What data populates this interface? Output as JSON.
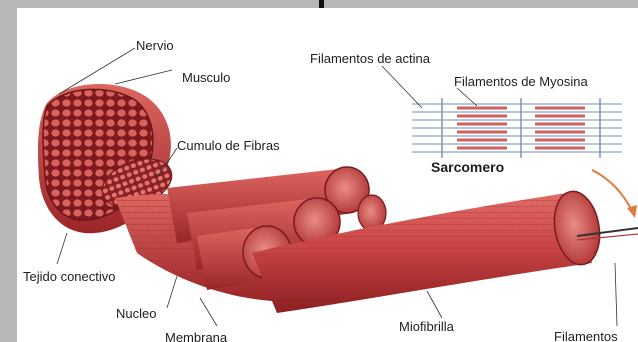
{
  "labels": {
    "nervio": "Nervio",
    "musculo": "Musculo",
    "cumulo": "Cumulo de Fibras",
    "tejido": "Tejido conectivo",
    "nucleo": "Nucleo",
    "membrana": "Membrana",
    "miofibrilla": "Miofibrilla",
    "actina": "Filamentos de actina",
    "myosina": "Filamentos de Myosina",
    "sarcomero": "Sarcomero",
    "filamentos": "Filamentos"
  },
  "colors": {
    "frame": "#b8b8b8",
    "muscle": "#c94a4a",
    "muscle_dark": "#8e1f22",
    "muscle_light": "#e58a84",
    "actin": "#6f8fb4",
    "myosin": "#d0605a"
  }
}
